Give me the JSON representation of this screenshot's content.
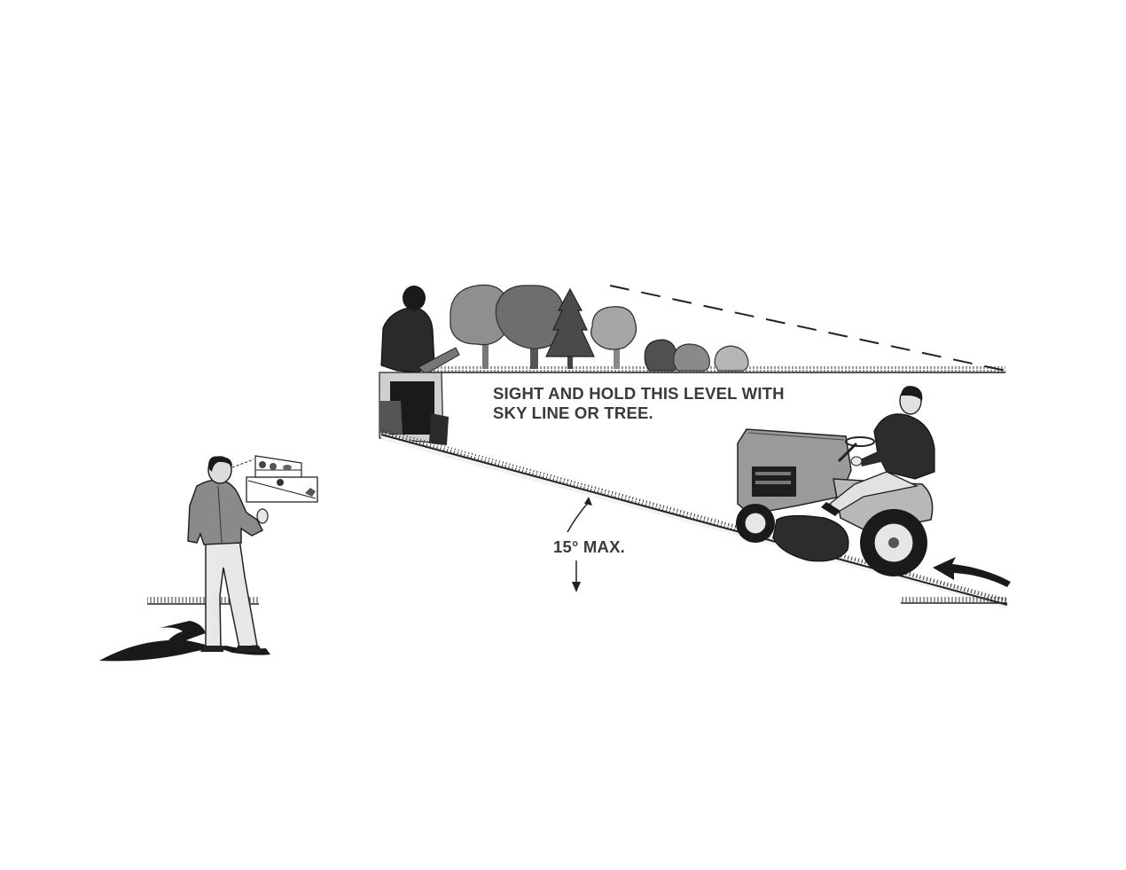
{
  "instruction": {
    "line1": "SIGHT AND HOLD THIS LEVEL WITH",
    "line2": "SKY LINE OR TREE."
  },
  "angle_label": "15° MAX.",
  "colors": {
    "ink": "#1a1a1a",
    "grey_dark": "#5a5a5a",
    "grey_mid": "#8c8c8c",
    "grey_light": "#c4c4c4"
  }
}
